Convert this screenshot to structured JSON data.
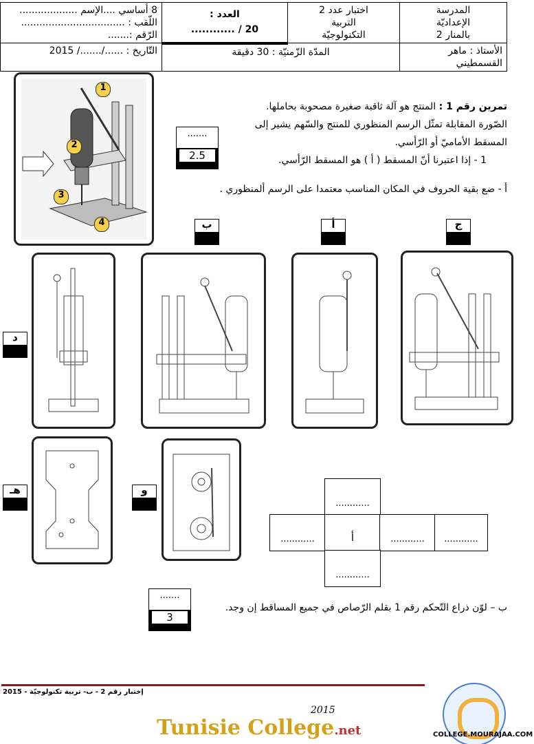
{
  "header": {
    "school_line1": "المدرسة",
    "school_line2": "الإعداديّة",
    "school_line3": "بالمنار 2",
    "exam_line1": "اختبار عدد 2",
    "exam_line2": "التربية",
    "exam_line3": "التكنولوجيّة",
    "score_label": "العدد :",
    "score_value": "............ / 20",
    "student_line1": "8 أساسي ....الإسم ...................",
    "student_line2": "اللّقب : ..................................",
    "student_line3": "الرّقم :.......",
    "teacher": "الأستاذ : ماهر القسمطيني",
    "duration": "المدّة الزّمنيّة : 30 دقيقة",
    "date": "التّاريخ :   ....../......./ 2015"
  },
  "exercise": {
    "title": "تمرين رقم 1 :",
    "intro": "المنتج هو آلة ثاقبة صغيرة مصحوبة بحاملها.",
    "line2": "الصّورة المقابلة تمثّل الرسم المنظوري للمنتج والسّهم يشير إلى",
    "line3": "المسقط الأماميّ أو الرّأسي.",
    "q1": "1 -   إذا اعتبرنا أنّ المسقط ( أ ) هو المسقط الرّأسي.",
    "qa": "أ - ضع بقية الحروف في المكان المناسب  معتمدا على الرسم ألمنظوري .",
    "qb": "ب – لوّن ذراع التّحكم رقم 1 بقلم الرّصاص في جميع المساقط إن وجد."
  },
  "score_boxes": [
    {
      "blank": ".......",
      "value": "2.5"
    },
    {
      "blank": ".......",
      "value": "3"
    }
  ],
  "callouts": [
    "1",
    "2",
    "3",
    "4"
  ],
  "view_labels": {
    "top_left_box": "ب",
    "top_mid_box": "أ",
    "top_right_box": "ج",
    "left_side_box": "د",
    "bottom_left_box": "هـ",
    "bottom_mid_box": "و"
  },
  "layout_grid": {
    "top": "............",
    "left": "............",
    "center": "أ",
    "right1": "............",
    "right2": "............",
    "bottom": "............"
  },
  "footer": {
    "text": "إختبار رقم 2 - ب- تربية تكنولوجيّة - 2015",
    "brand": "Tunisie College",
    "brand_suffix": ".net",
    "year": "2015",
    "site": "COLLEGE.MOURAJAA.COM"
  }
}
